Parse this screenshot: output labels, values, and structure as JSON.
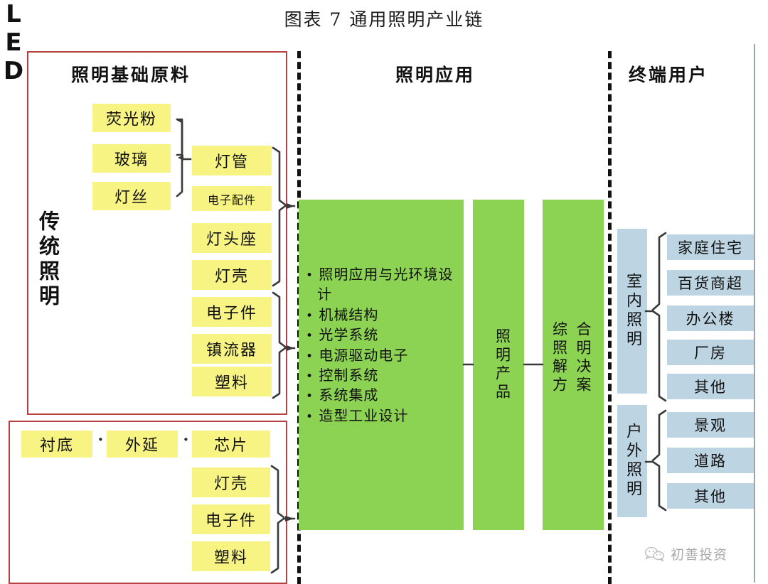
{
  "title": "图表 7 通用照明产业链",
  "headers": {
    "raw_materials": "照明基础原料",
    "application": "照明应用",
    "end_users": "终端用户"
  },
  "traditional": {
    "label": "传统照明",
    "materials": [
      "荧光粉",
      "玻璃",
      "灯丝"
    ],
    "components": [
      "灯管",
      "电子配件",
      "灯头座",
      "灯壳",
      "电子件",
      "镇流器",
      "塑料"
    ]
  },
  "led": {
    "label": "LED",
    "label_chars": [
      "L",
      "E",
      "D"
    ],
    "stages": [
      "衬底",
      "外延",
      "芯片"
    ],
    "stage_connector": "•••",
    "components": [
      "灯壳",
      "电子件",
      "塑料"
    ]
  },
  "application": {
    "bullet_char": "•",
    "bullets": [
      "照明应用与光环境设计",
      "机械结构",
      "光学系统",
      "电源驱动电子",
      "控制系统",
      "系统集成",
      "造型工业设计"
    ],
    "product_column": "照明产品",
    "solution_column_line1": "合明决案",
    "solution_column_line2": "综照解方",
    "solution_column_full": "综合照明解决方案"
  },
  "end_users": {
    "indoor": {
      "label": "室内照明",
      "items": [
        "家庭住宅",
        "百货商超",
        "办公楼",
        "厂房",
        "其他"
      ]
    },
    "outdoor": {
      "label": "户外照明",
      "items": [
        "景观",
        "道路",
        "其他"
      ]
    }
  },
  "watermark": {
    "icon": "wechat-icon",
    "text": "初善投资"
  },
  "colors": {
    "yellow_box": "#F7F484",
    "blue_box": "#BDD5E2",
    "green_panel": "#8CD253",
    "red_frame": "#B5403F",
    "separator": "#111111"
  }
}
